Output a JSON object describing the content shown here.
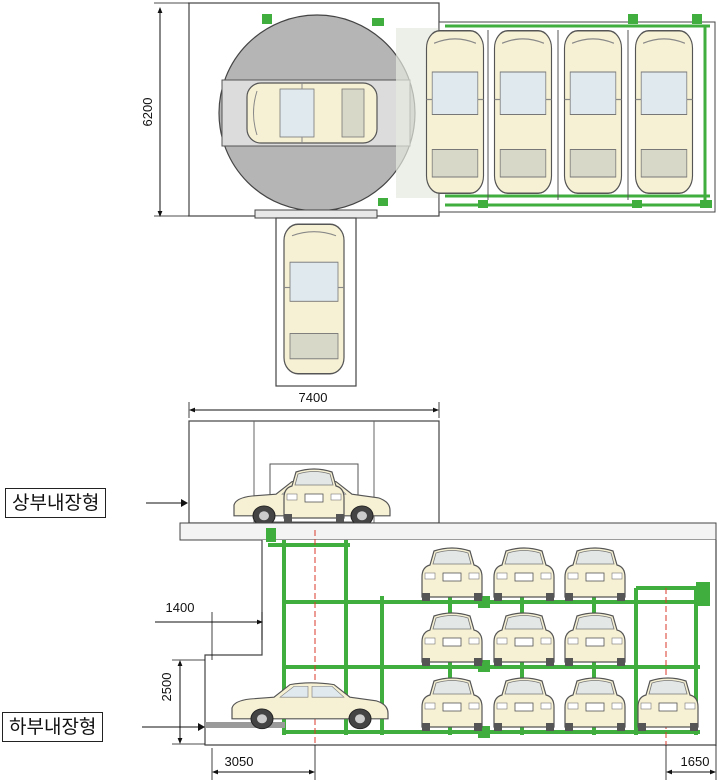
{
  "dimensions": {
    "depth_top": "6200",
    "width_top": "7400",
    "lower_offset": "1400",
    "lower_height": "2500",
    "lower_width": "3050",
    "right_margin": "1650"
  },
  "labels": {
    "upper_type": "상부내장형",
    "lower_type": "하부내장형"
  },
  "colors": {
    "frame_green": "#3fae3f",
    "car_body": "#f6f1d4",
    "turntable": "#b5b5b5",
    "outline": "#444444",
    "centerline": "#d83a2a"
  }
}
